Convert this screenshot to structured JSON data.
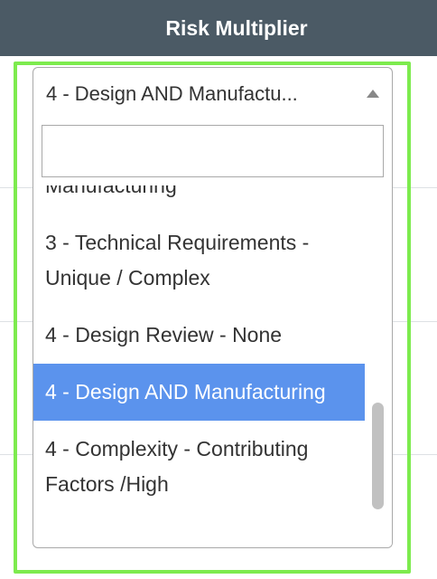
{
  "header": {
    "title": "Risk Multiplier"
  },
  "select": {
    "value": "4 - Design AND Manufactu...",
    "search_placeholder": ""
  },
  "options": [
    {
      "label": "Manufacturing",
      "selected": false
    },
    {
      "label": "3 - Technical Requirements - Unique / Complex",
      "selected": false
    },
    {
      "label": "4 - Design Review - None",
      "selected": false
    },
    {
      "label": "4 - Design AND Manufacturing",
      "selected": true
    },
    {
      "label": "4 - Complexity - Contributing Factors /High",
      "selected": false
    }
  ],
  "colors": {
    "header_bg": "#4b5a65",
    "selected_bg": "#5b93ed",
    "highlight_border": "#7deb4e"
  }
}
